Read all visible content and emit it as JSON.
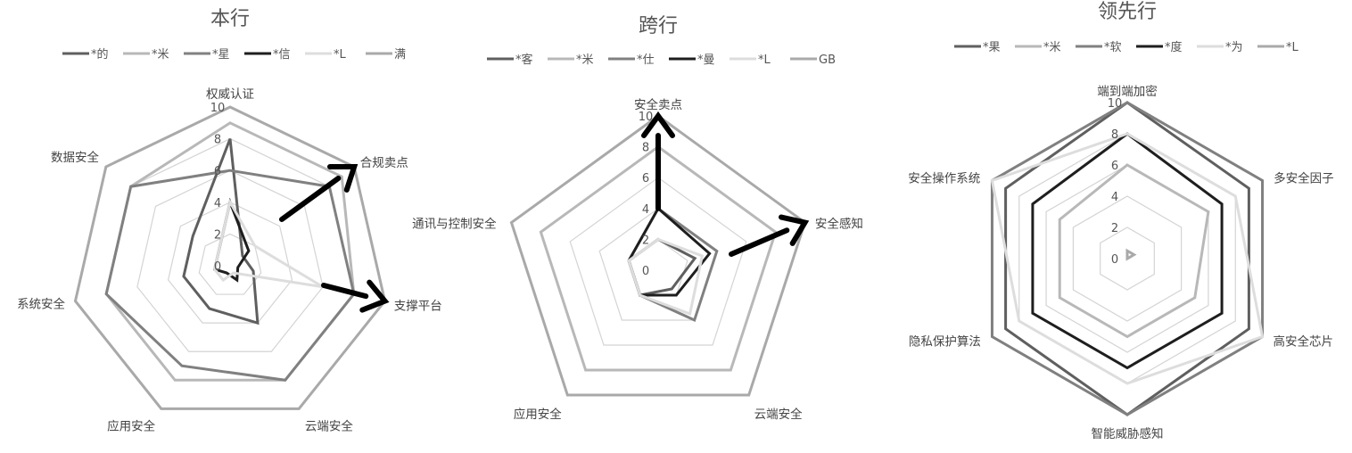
{
  "palette": {
    "grid": "#d4d4d4",
    "arrow": "#000000",
    "text": "#555555"
  },
  "chart_data": [
    {
      "type": "radar",
      "title": "本行",
      "axes": [
        "权威认证",
        "合规卖点",
        "支撑平台",
        "云端安全",
        "应用安全",
        "系统安全",
        "数据安全"
      ],
      "range": [
        0,
        10
      ],
      "ticks": [
        0,
        2,
        4,
        6,
        8,
        10
      ],
      "series": [
        {
          "name": "*的",
          "color": "#5f5f5f",
          "values": [
            8,
            1,
            1.5,
            4,
            3,
            3,
            3
          ]
        },
        {
          "name": "*米",
          "color": "#b8b8b8",
          "values": [
            9,
            9,
            8,
            8,
            8,
            8,
            8
          ]
        },
        {
          "name": "*星",
          "color": "#808080",
          "values": [
            6,
            8,
            8,
            8,
            7,
            8,
            8
          ]
        },
        {
          "name": "*信",
          "color": "#1e1e1e",
          "values": [
            4,
            1.5,
            0.5,
            1,
            0.5,
            1,
            1
          ]
        },
        {
          "name": "*L",
          "color": "#dddddd",
          "values": [
            4,
            2,
            6,
            0.5,
            1,
            1,
            1
          ]
        },
        {
          "name": "满",
          "color": "#a9a9a9",
          "values": [
            10,
            10,
            10,
            10,
            10,
            10,
            10
          ]
        }
      ],
      "arrows": [
        {
          "from_value": 4,
          "to_axis": 1
        },
        {
          "from_value": 8,
          "to_axis": 2
        }
      ]
    },
    {
      "type": "radar",
      "title": "跨行",
      "axes": [
        "安全卖点",
        "安全感知",
        "云端安全",
        "应用安全",
        "通讯与控制安全"
      ],
      "range": [
        0,
        10
      ],
      "ticks": [
        0,
        2,
        4,
        6,
        8,
        10
      ],
      "series": [
        {
          "name": "*客",
          "color": "#5f5f5f",
          "values": [
            2,
            2.5,
            1.5,
            2,
            2
          ]
        },
        {
          "name": "*米",
          "color": "#b8b8b8",
          "values": [
            8,
            8,
            8,
            8,
            8
          ]
        },
        {
          "name": "*仕",
          "color": "#808080",
          "values": [
            4,
            4,
            4,
            2,
            2
          ]
        },
        {
          "name": "*曼",
          "color": "#1e1e1e",
          "values": [
            4,
            3.5,
            2,
            2,
            2
          ]
        },
        {
          "name": "*L",
          "color": "#dddddd",
          "values": [
            2,
            3,
            3.5,
            2,
            2
          ]
        },
        {
          "name": "GB",
          "color": "#a9a9a9",
          "values": [
            10,
            10,
            10,
            10,
            10
          ]
        }
      ],
      "arrows": [
        {
          "from_value": 4,
          "to_axis": 0
        },
        {
          "from_value": 4,
          "to_axis": 1
        }
      ]
    },
    {
      "type": "radar",
      "title": "领先行",
      "axes": [
        "端到端加密",
        "多安全因子",
        "高安全芯片",
        "智能威胁感知",
        "隐私保护算法",
        "安全操作系统"
      ],
      "range": [
        0,
        10
      ],
      "ticks": [
        0,
        2,
        4,
        6,
        8,
        10
      ],
      "series": [
        {
          "name": "*果",
          "color": "#5f5f5f",
          "values": [
            10,
            9,
            9,
            10,
            9,
            9
          ]
        },
        {
          "name": "*米",
          "color": "#b8b8b8",
          "values": [
            6,
            6,
            5,
            5,
            5,
            5
          ]
        },
        {
          "name": "*软",
          "color": "#808080",
          "values": [
            10,
            10,
            10,
            10,
            10,
            10
          ]
        },
        {
          "name": "*度",
          "color": "#1e1e1e",
          "values": [
            8,
            7,
            7,
            7,
            7,
            7
          ]
        },
        {
          "name": "*为",
          "color": "#dddddd",
          "values": [
            8,
            8,
            10,
            8,
            8,
            10
          ]
        },
        {
          "name": "*L",
          "color": "#a9a9a9",
          "values": [
            0.5,
            0.5,
            0,
            0,
            0,
            0
          ]
        }
      ],
      "arrows": []
    }
  ]
}
